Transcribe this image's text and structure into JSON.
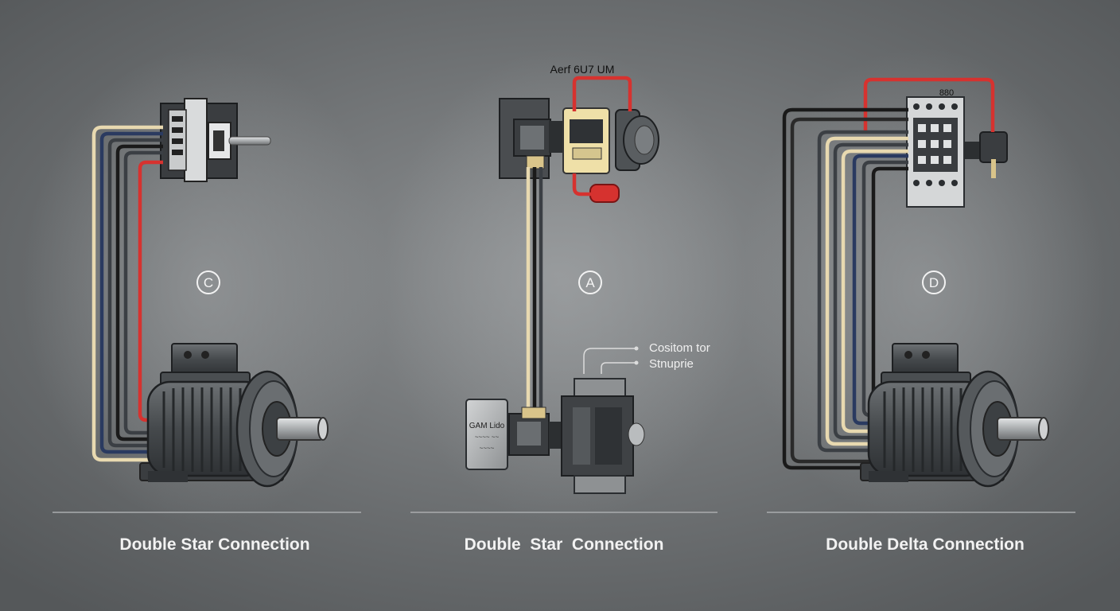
{
  "panels": [
    {
      "marker": "C",
      "caption": "Double Star Connection"
    },
    {
      "marker": "A",
      "caption": "Double  Star  Connection",
      "top_label": "Aerf 6U7 UM",
      "callouts": [
        "Cositom tor",
        "Stnuprie"
      ],
      "plate_text": [
        "GAM Lido",
        "~~~~ ~~",
        "~~~~"
      ]
    },
    {
      "marker": "D",
      "caption": "Double Delta Connection",
      "top_label": "880"
    }
  ],
  "colors": {
    "background": "#5f6264",
    "wire_red": "#d6322f",
    "wire_cream": "#e8d9b0",
    "wire_navy": "#1f2f55",
    "wire_black": "#1a1a1a",
    "wire_gray": "#3b3f44",
    "contactor_cream": "#efe0a8",
    "metal_dark": "#3d4043",
    "metal_light": "#b9bcbe"
  },
  "icons": [
    "electric-motor-icon",
    "contactor-icon",
    "push-button-icon",
    "fuse-icon"
  ]
}
